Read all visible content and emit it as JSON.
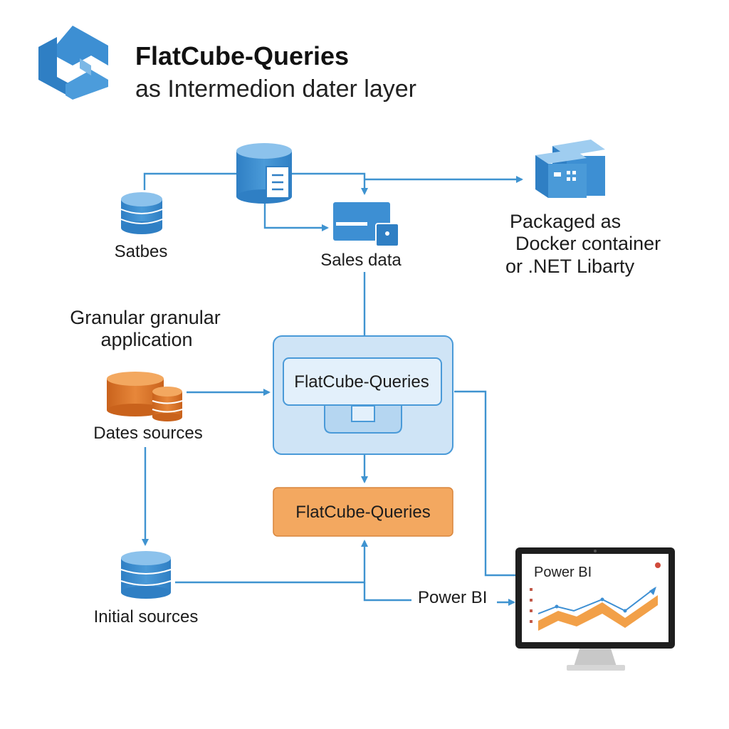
{
  "header": {
    "title": "FlatCube-Queries",
    "subtitle": "as Intermedion dater layer"
  },
  "nodes": {
    "satbes": "Satbes",
    "sales_data": "Sales data",
    "packaged_line1": "Packaged as",
    "packaged_line2": "Docker container",
    "packaged_line3": "or .NET Libarty",
    "granular_line1": "Granular granular",
    "granular_line2": "application",
    "dates_sources": "Dates sources",
    "core_engine": "FlatCube-Queries",
    "output_box": "FlatCube-Queries",
    "initial_sources": "Initial sources",
    "power_bi_label": "Power BI",
    "monitor_title": "Power BI"
  },
  "colors": {
    "blue": "#3b8fd4",
    "light_blue_fill": "#cfe4f6",
    "orange": "#e07b2e",
    "orange_box": "#f3a860",
    "connector": "#3f93d0"
  }
}
